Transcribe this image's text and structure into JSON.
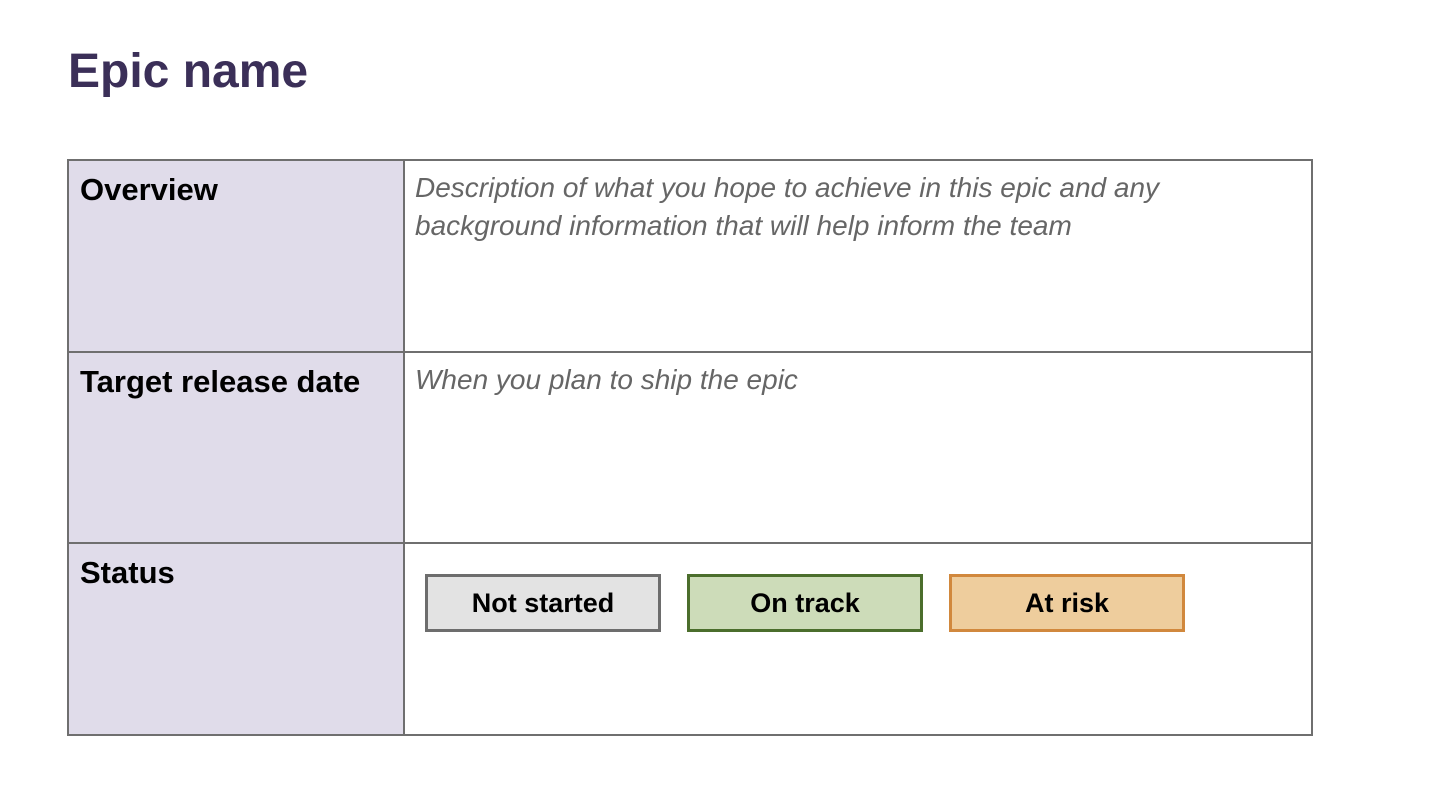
{
  "title": "Epic name",
  "rows": [
    {
      "label": "Overview",
      "placeholder_line1": "Description of what you hope to achieve in this epic and any",
      "placeholder_line2": "background information that will help inform the team"
    },
    {
      "label": "Target release date",
      "placeholder": "When you plan to ship the epic"
    },
    {
      "label": "Status",
      "options": [
        {
          "label": "Not started",
          "fill": "#e3e3e3",
          "border": "#6d6d6d"
        },
        {
          "label": "On track",
          "fill": "#cddcb9",
          "border": "#4b6e2c"
        },
        {
          "label": "At risk",
          "fill": "#eecd9d",
          "border": "#d1883d"
        }
      ]
    }
  ],
  "colors": {
    "title": "#3b2f58",
    "label_background": "#e0dcea",
    "table_border": "#6f6f6f",
    "placeholder_text": "#666666"
  }
}
